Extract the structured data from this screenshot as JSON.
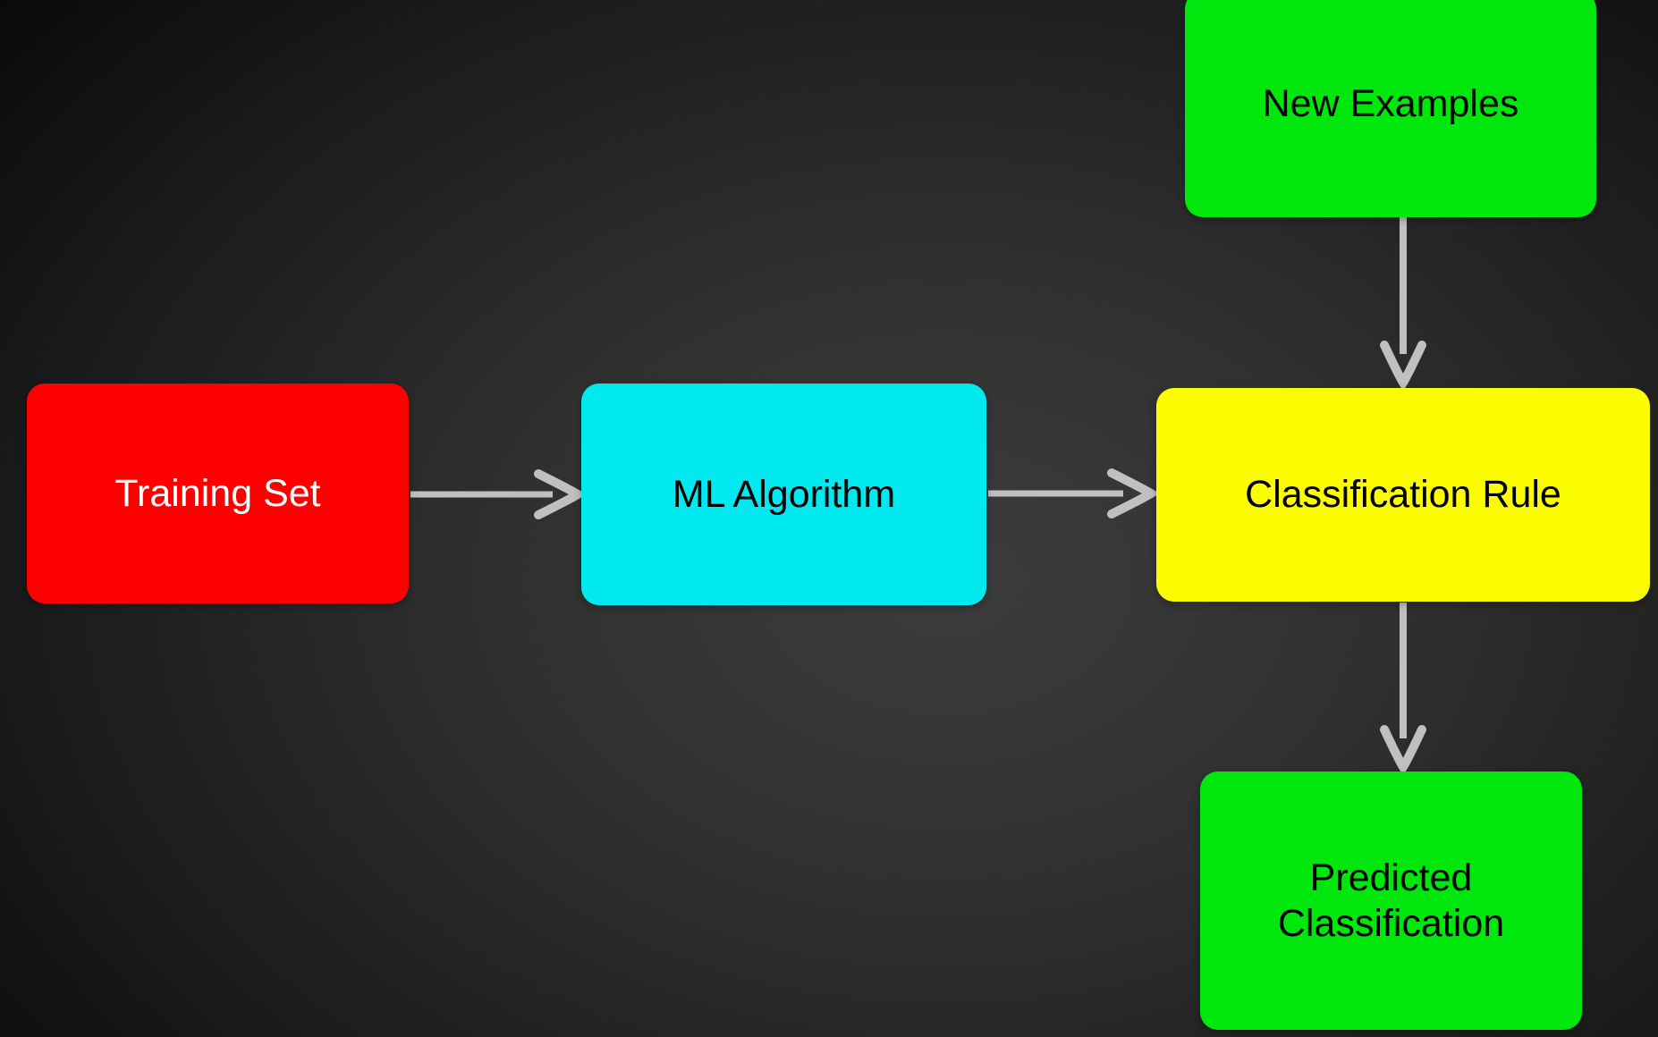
{
  "diagram": {
    "type": "flowchart",
    "description": "Machine learning classification pipeline",
    "nodes": [
      {
        "id": "training-set",
        "label": "Training Set",
        "fill": "#fd0000",
        "text_color": "#ffffff"
      },
      {
        "id": "ml-algorithm",
        "label": "ML Algorithm",
        "fill": "#00e9ef",
        "text_color": "#000000"
      },
      {
        "id": "new-examples",
        "label": "New Examples",
        "fill": "#00e70e",
        "text_color": "#000000"
      },
      {
        "id": "classification-rule",
        "label": "Classification Rule",
        "fill": "#fcfc00",
        "text_color": "#000000"
      },
      {
        "id": "predicted-classification",
        "label": "Predicted Classification",
        "fill": "#00e70e",
        "text_color": "#000000"
      }
    ],
    "edges": [
      {
        "from": "training-set",
        "to": "ml-algorithm",
        "direction": "right"
      },
      {
        "from": "ml-algorithm",
        "to": "classification-rule",
        "direction": "right"
      },
      {
        "from": "new-examples",
        "to": "classification-rule",
        "direction": "down"
      },
      {
        "from": "classification-rule",
        "to": "predicted-classification",
        "direction": "down"
      }
    ],
    "arrow_color": "#c0c0c0",
    "background": {
      "style": "radial-gradient",
      "center_color": "#3d3d3d",
      "edge_color": "#0a0a0a"
    }
  }
}
